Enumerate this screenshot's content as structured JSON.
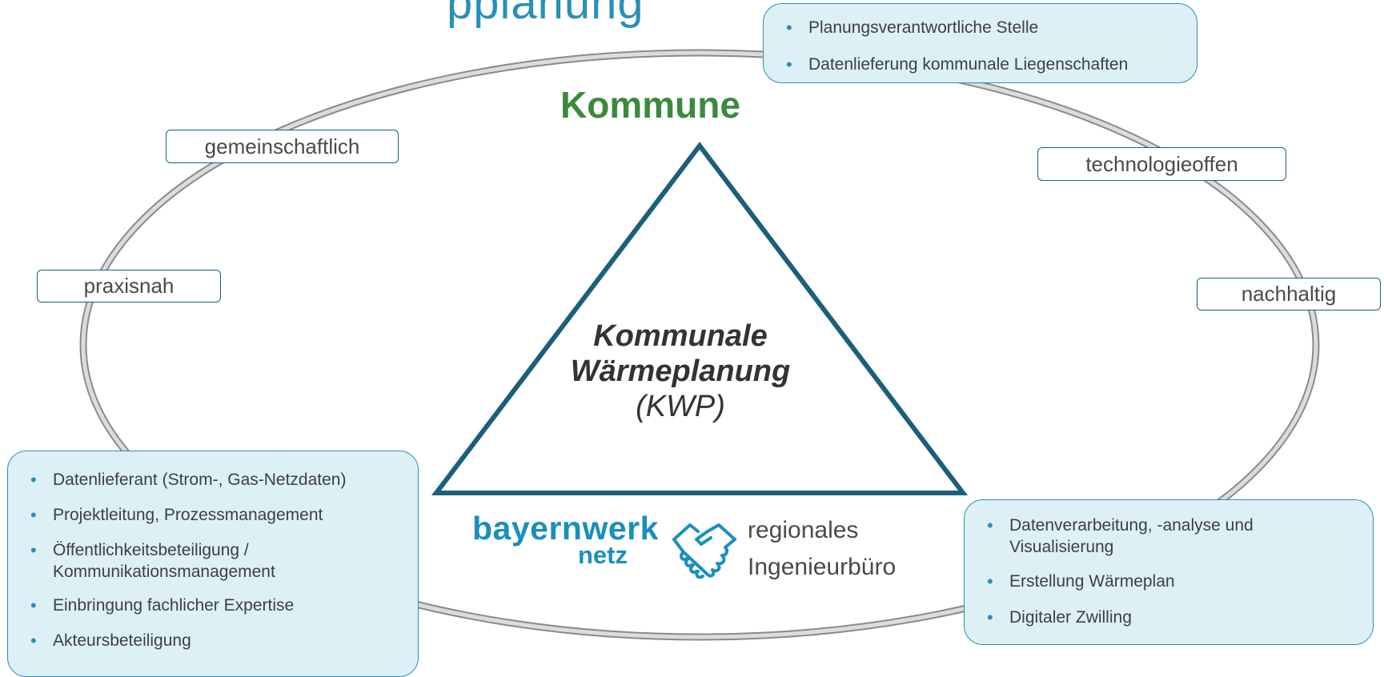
{
  "title_fragment": "pplanung",
  "center": {
    "heading": "Kommune",
    "title_line1": "Kommunale",
    "title_line2": "Wärmeplanung",
    "title_line3": "(KWP)"
  },
  "attributes": [
    "gemeinschaftlich",
    "technologieoffen",
    "praxisnah",
    "nachhaltig"
  ],
  "boxes": {
    "kommune": [
      "Planungsverantwortliche Stelle",
      "Datenlieferung kommunale Liegenschaften"
    ],
    "netz": [
      "Datenlieferant (Strom-, Gas-Netzdaten)",
      "Projektleitung, Prozessmanagement",
      "Öffentlichkeitsbeteiligung / Kommunikationsmanagement",
      "Einbringung fachlicher Expertise",
      "Akteursbeteiligung"
    ],
    "buero": [
      "Datenverarbeitung, -analyse und Visualisierung",
      "Erstellung Wärmeplan",
      "Digitaler Zwilling"
    ]
  },
  "partners": {
    "logo_word1": "bayernwerk",
    "logo_word2": "netz",
    "partner_line1": "regionales",
    "partner_line2": "Ingenieurbüro"
  },
  "colors": {
    "accent_blue": "#2a8fb8",
    "kommune_green": "#3b8a3b",
    "triangle": "#1b5f7c",
    "box_fill": "#dcf0f6",
    "ring": "#b3b3b3"
  },
  "icons": {
    "partnership": "handshake-icon"
  }
}
